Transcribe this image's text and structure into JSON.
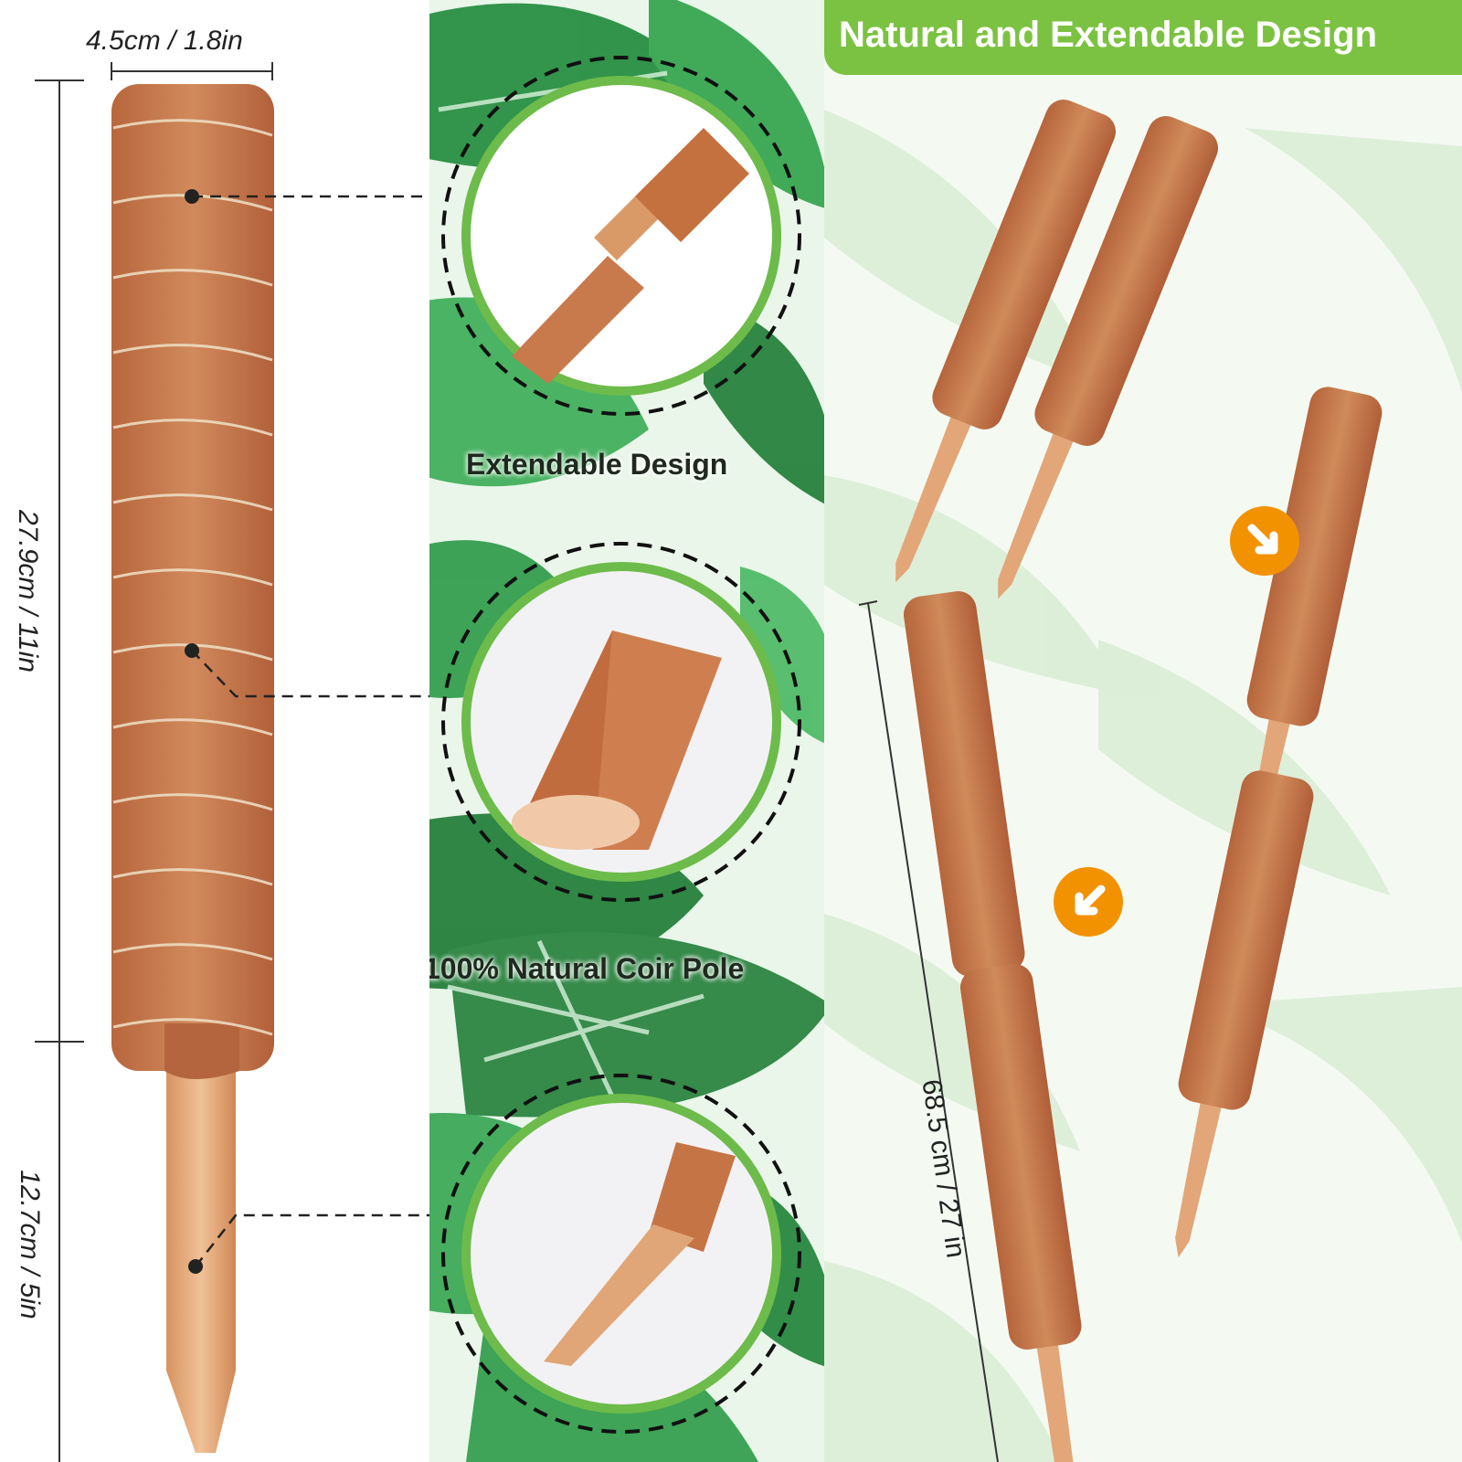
{
  "left": {
    "width_label": "4.5cm / 1.8in",
    "coir_length_label": "27.9cm / 11in",
    "stake_length_label": "12.7cm / 5in"
  },
  "middle": {
    "caption_top": "Extendable Design",
    "caption_middle": "100% Natural Coir Pole"
  },
  "right": {
    "banner_title": "Natural and Extendable Design",
    "total_length_label": "68.5 cm / 27 in"
  },
  "colors": {
    "coir": "#c8764a",
    "wood": "#e3a97c",
    "banner": "#7cc242",
    "arrow": "#f39200"
  }
}
